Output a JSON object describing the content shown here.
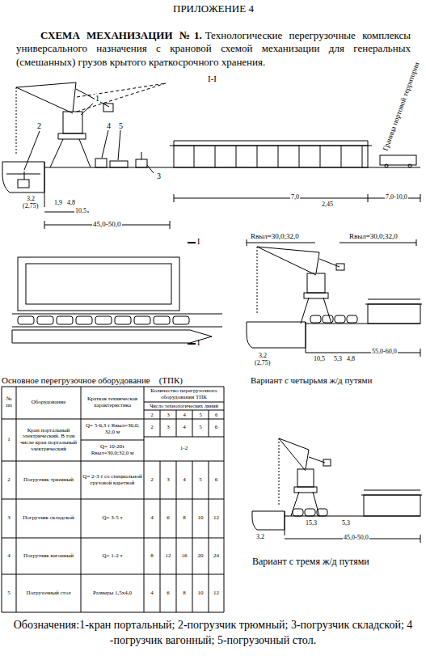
{
  "diagram": {
    "title": "ПРИЛОЖЕНИЕ 4",
    "caption": "Обозначения:1-кран портальный; 2-погрузчик трюмный; 3-погрузчик складской; 4 -погрузчик вагонный; 5-погрузочный стол.",
    "labels": [
      "СХЕМА МЕХАНИЗАЦИИ №1.",
      "Технологические перегрузочные комплексы универсального назначения с крановой схемой механизации для генеральных (смешанных) грузов крытого краткосрочного хранения.",
      "I-I",
      "1",
      "2",
      "3",
      "4",
      "5",
      "3,2",
      "(2,75)",
      "1,9",
      "4,8",
      "10,5",
      "45,0-50,0",
      "7,0",
      "2,45",
      "7,0-10,0",
      "Граница портовой территории",
      "I",
      "I",
      "Rвыл=30,0;32,0",
      "Rвыл=30,0;32,0",
      "3,2",
      "(2,75)",
      "10,5",
      "5,3",
      "4,8",
      "55,0-60,0",
      "Основное перегрузочное оборудование    (ТПК)",
      "Вариант с четырьмя ж/д путями",
      "№ пп",
      "Оборудование",
      "Краткая техническая характеристика",
      "Количество перегрузочного оборудования ТПК",
      "Число технологических линий",
      "2",
      "3",
      "4",
      "5",
      "6",
      "1",
      "Кран портальный электрический. В том числе кран портальный электрический",
      "Q= 5-6,3 т Rвыл=30,0; 32,0 м",
      "Q= 10-20т Rвыл=30,0;32,0 м",
      "2",
      "3",
      "4",
      "5",
      "6",
      "1-2",
      "2",
      "Погрузчик трюмный",
      "Q= 2-3 т со специальной грузовой кареткой",
      "2",
      "3",
      "4",
      "5",
      "6",
      "3",
      "Погрузчик складской",
      "Q= 3-5 т",
      "4",
      "6",
      "8",
      "10",
      "12",
      "4",
      "Погрузчик вагонный",
      "Q= 1-2 т",
      "8",
      "12",
      "16",
      "20",
      "24",
      "5",
      "Погрузочный стол",
      "Размеры 1,5х4,0",
      "4",
      "6",
      "8",
      "10",
      "12",
      "3,2",
      "15,3",
      "5,3",
      "45,0-50,0",
      "Вариант с тремя ж/д путями"
    ]
  }
}
